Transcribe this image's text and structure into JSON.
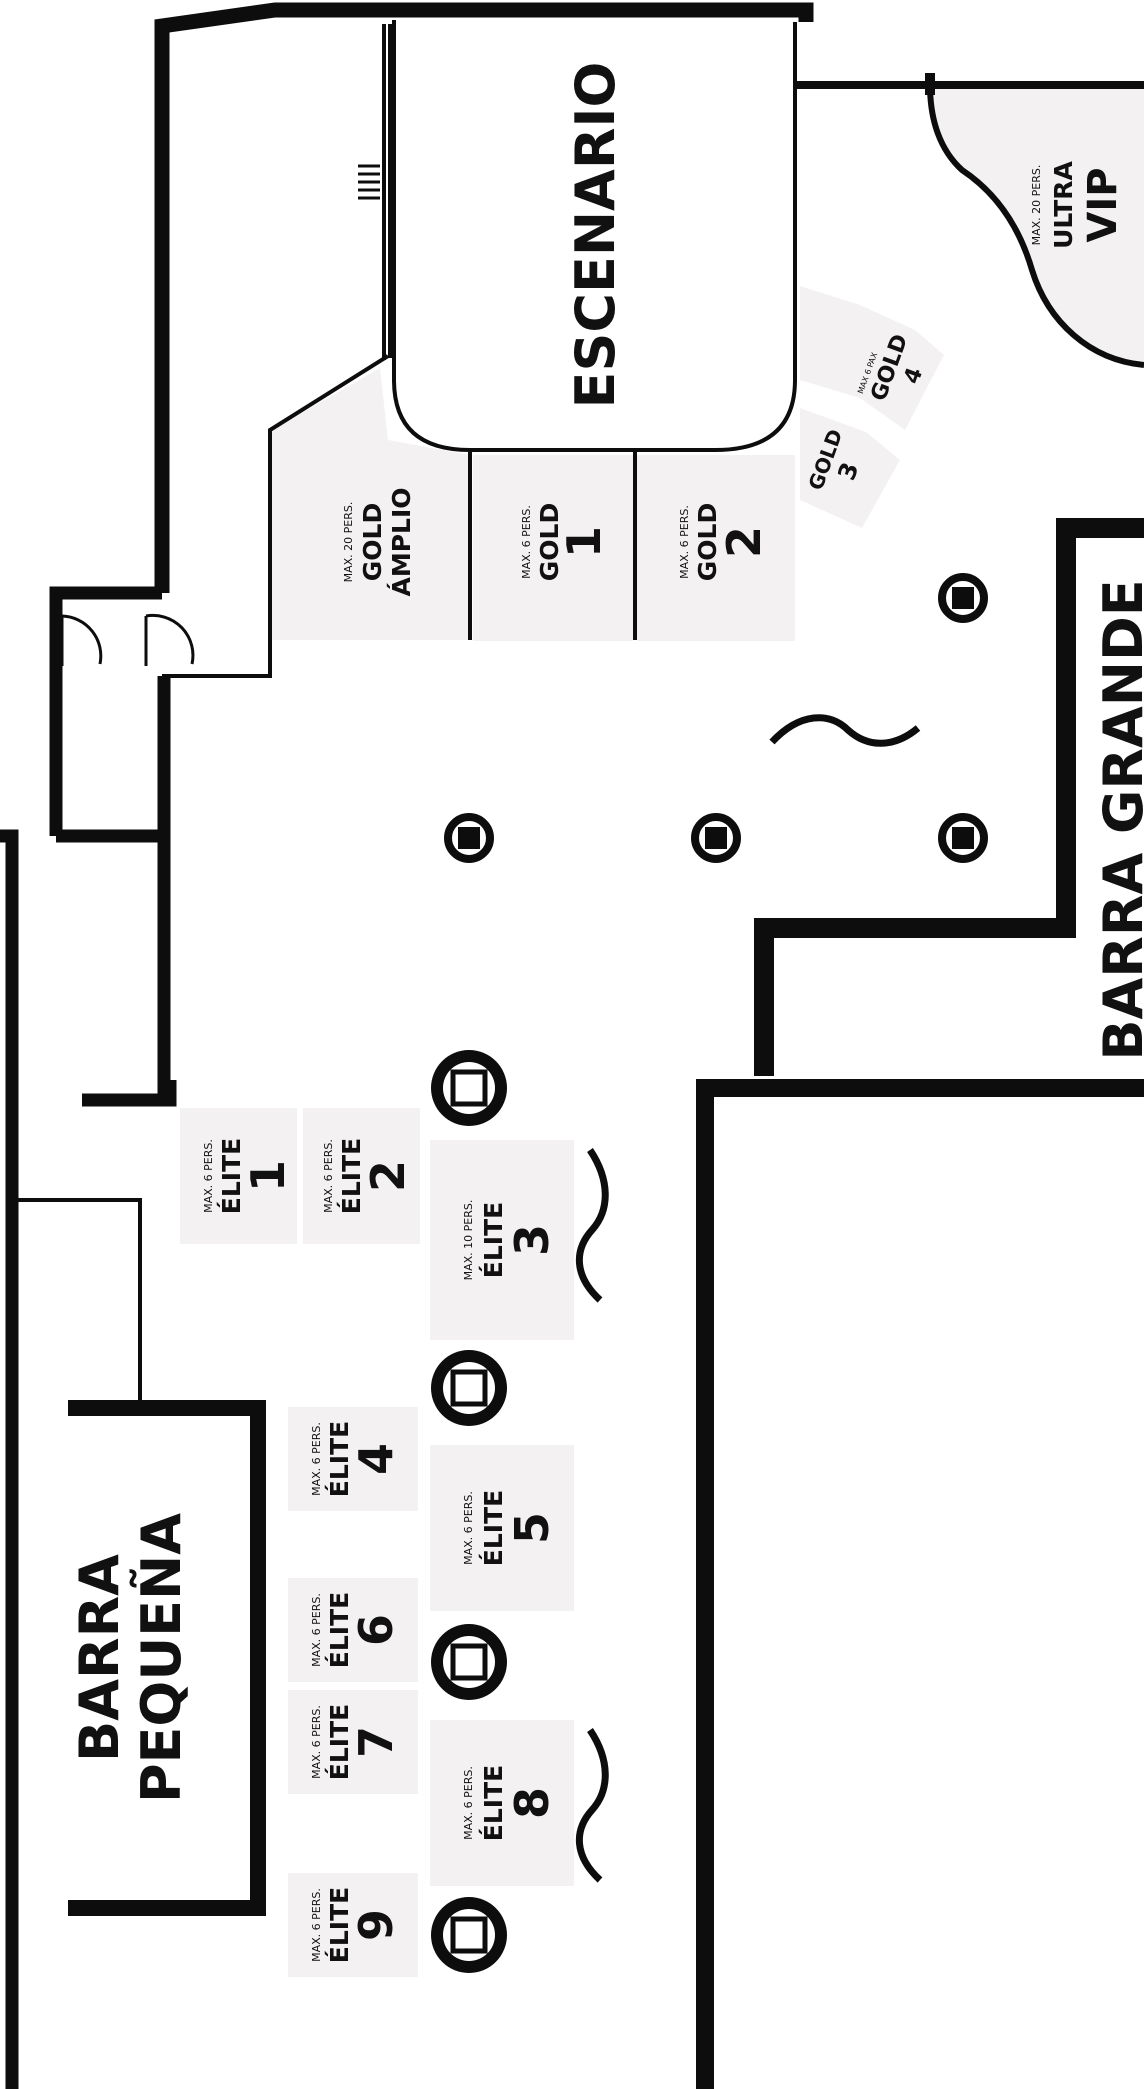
{
  "areas": {
    "stage": "ESCENARIO",
    "bar_large": "BARRA GRANDE",
    "bar_small_line1": "BARRA",
    "bar_small_line2": "PEQUEÑA"
  },
  "ultra_vip": {
    "cap": "MAX. 20 PERS.",
    "line1": "ULTRA",
    "line2": "VIP"
  },
  "gold": [
    {
      "cap": "MAX. 20 PERS.",
      "name": "GOLD",
      "num": "ÁMPLIO"
    },
    {
      "cap": "MAX. 6 PERS.",
      "name": "GOLD",
      "num": "1"
    },
    {
      "cap": "MAX. 6 PERS.",
      "name": "GOLD",
      "num": "2"
    },
    {
      "name": "GOLD",
      "num": "3"
    },
    {
      "cap": "MAX 6 PAX",
      "name": "GOLD",
      "num": "4"
    }
  ],
  "elite": [
    {
      "cap": "MAX. 6 PERS.",
      "name": "ÉLITE",
      "num": "1"
    },
    {
      "cap": "MAX. 6 PERS.",
      "name": "ÉLITE",
      "num": "2"
    },
    {
      "cap": "MAX. 10 PERS.",
      "name": "ÉLITE",
      "num": "3"
    },
    {
      "cap": "MAX. 6 PERS.",
      "name": "ÉLITE",
      "num": "4"
    },
    {
      "cap": "MAX. 6 PERS.",
      "name": "ÉLITE",
      "num": "5"
    },
    {
      "cap": "MAX. 6 PERS.",
      "name": "ÉLITE",
      "num": "6"
    },
    {
      "cap": "MAX. 6 PERS.",
      "name": "ÉLITE",
      "num": "7"
    },
    {
      "cap": "MAX. 6 PERS.",
      "name": "ÉLITE",
      "num": "8"
    },
    {
      "cap": "MAX. 6 PERS.",
      "name": "ÉLITE",
      "num": "9"
    }
  ],
  "colors": {
    "wall": "#0d0d0d",
    "zone": "#f4f1f2",
    "background": "#ffffff"
  }
}
